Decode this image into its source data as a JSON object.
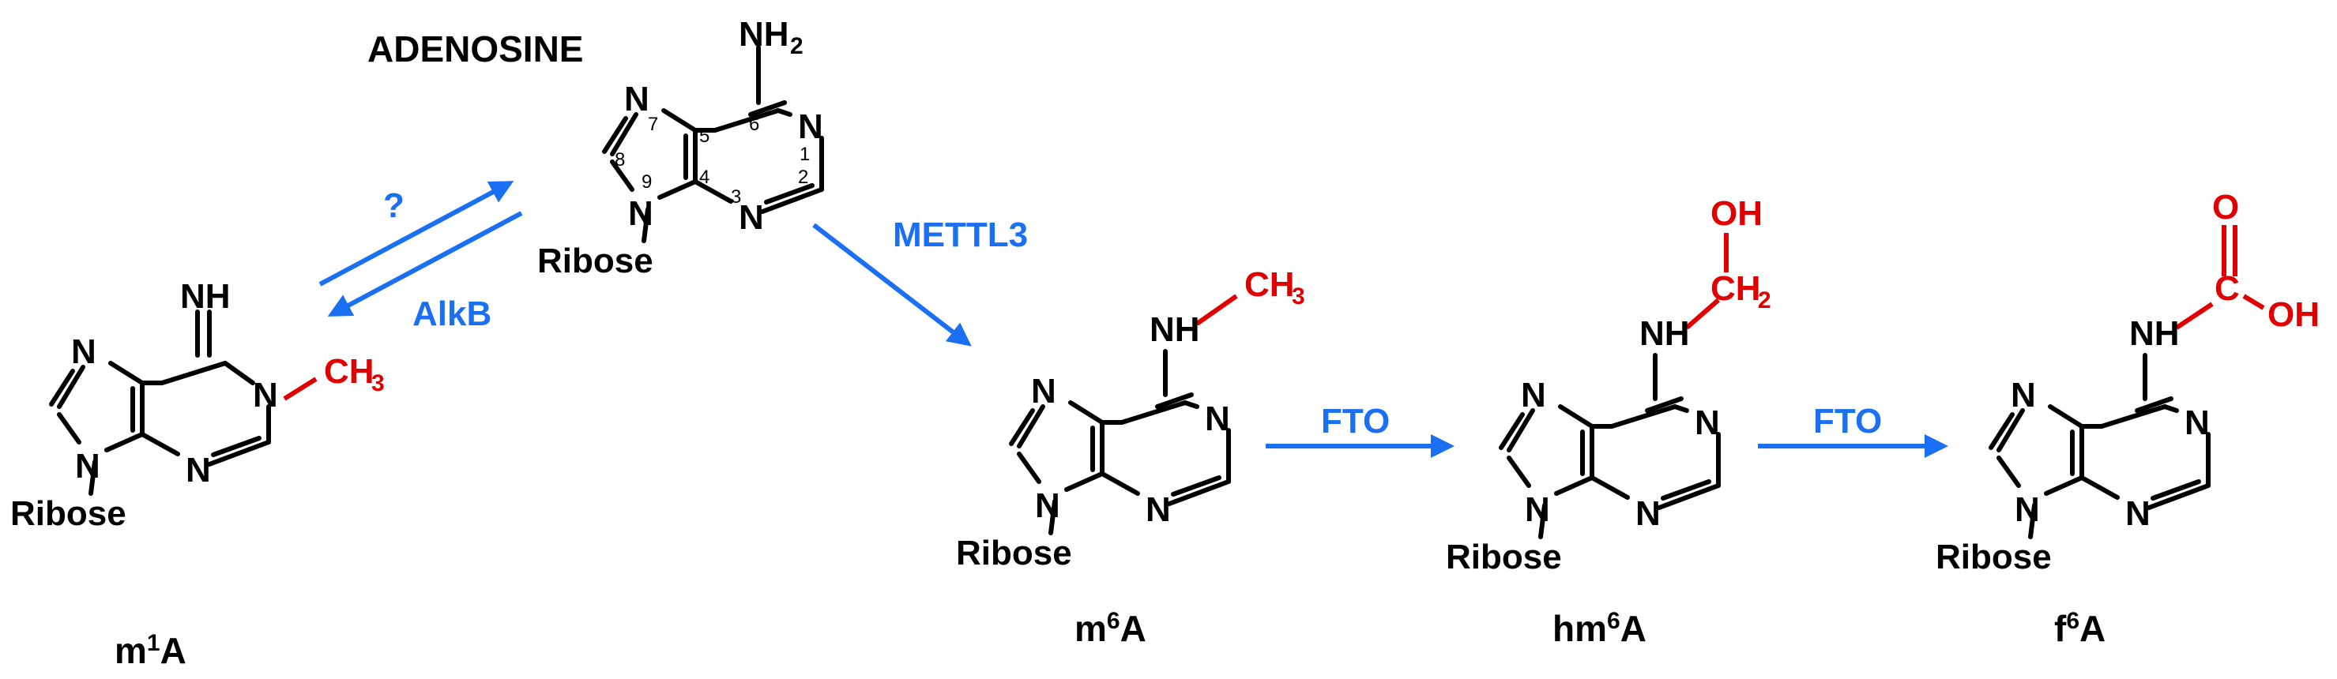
{
  "title": "ADENOSINE",
  "colors": {
    "bond": "#000000",
    "modification": "#e00000",
    "arrow": "#1b6ff2"
  },
  "atoms": {
    "N": "N",
    "ribose": "Ribose",
    "C": "C",
    "H": "H",
    "O": "O"
  },
  "groups": {
    "nh2": "NH",
    "nh2_sub": "2",
    "imine": "NH",
    "methyl": "CH",
    "methyl_sub": "3",
    "amine": "NH",
    "oh": "OH",
    "ch2": "CH",
    "ch2_sub": "2"
  },
  "ring_numbers": [
    "1",
    "2",
    "3",
    "4",
    "5",
    "6",
    "7",
    "8",
    "9"
  ],
  "enzymes": {
    "unknown": "?",
    "alkb": "AlkB",
    "mettl3": "METTL3",
    "fto_1": "FTO",
    "fto_2": "FTO"
  },
  "compounds": [
    {
      "prefix": "m",
      "sup": "1",
      "suffix": "A"
    },
    {
      "prefix": "m",
      "sup": "6",
      "suffix": "A"
    },
    {
      "prefix": "hm",
      "sup": "6",
      "suffix": "A"
    },
    {
      "prefix": "f",
      "sup": "6",
      "suffix": "A"
    }
  ]
}
